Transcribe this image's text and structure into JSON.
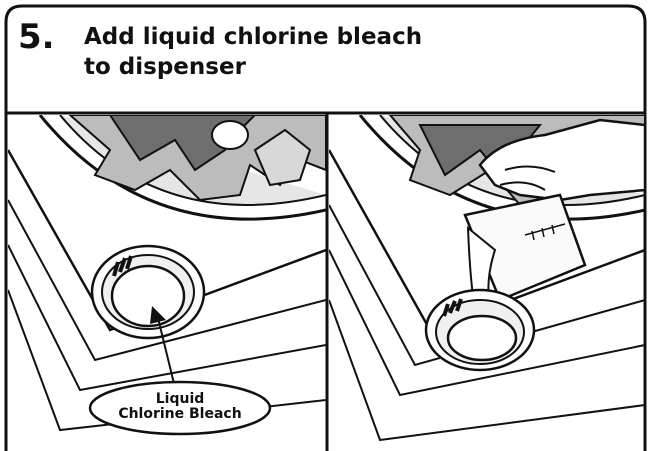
{
  "header": {
    "step_number": "5.",
    "title_line1": "Add liquid chlorine bleach",
    "title_line2": "to dispenser"
  },
  "callout": {
    "line1": "Liquid",
    "line2": "Chlorine Bleach"
  },
  "colors": {
    "ink": "#111111",
    "paper": "#ffffff",
    "shade": "#d9d9d9",
    "dark_shade": "#555555"
  }
}
